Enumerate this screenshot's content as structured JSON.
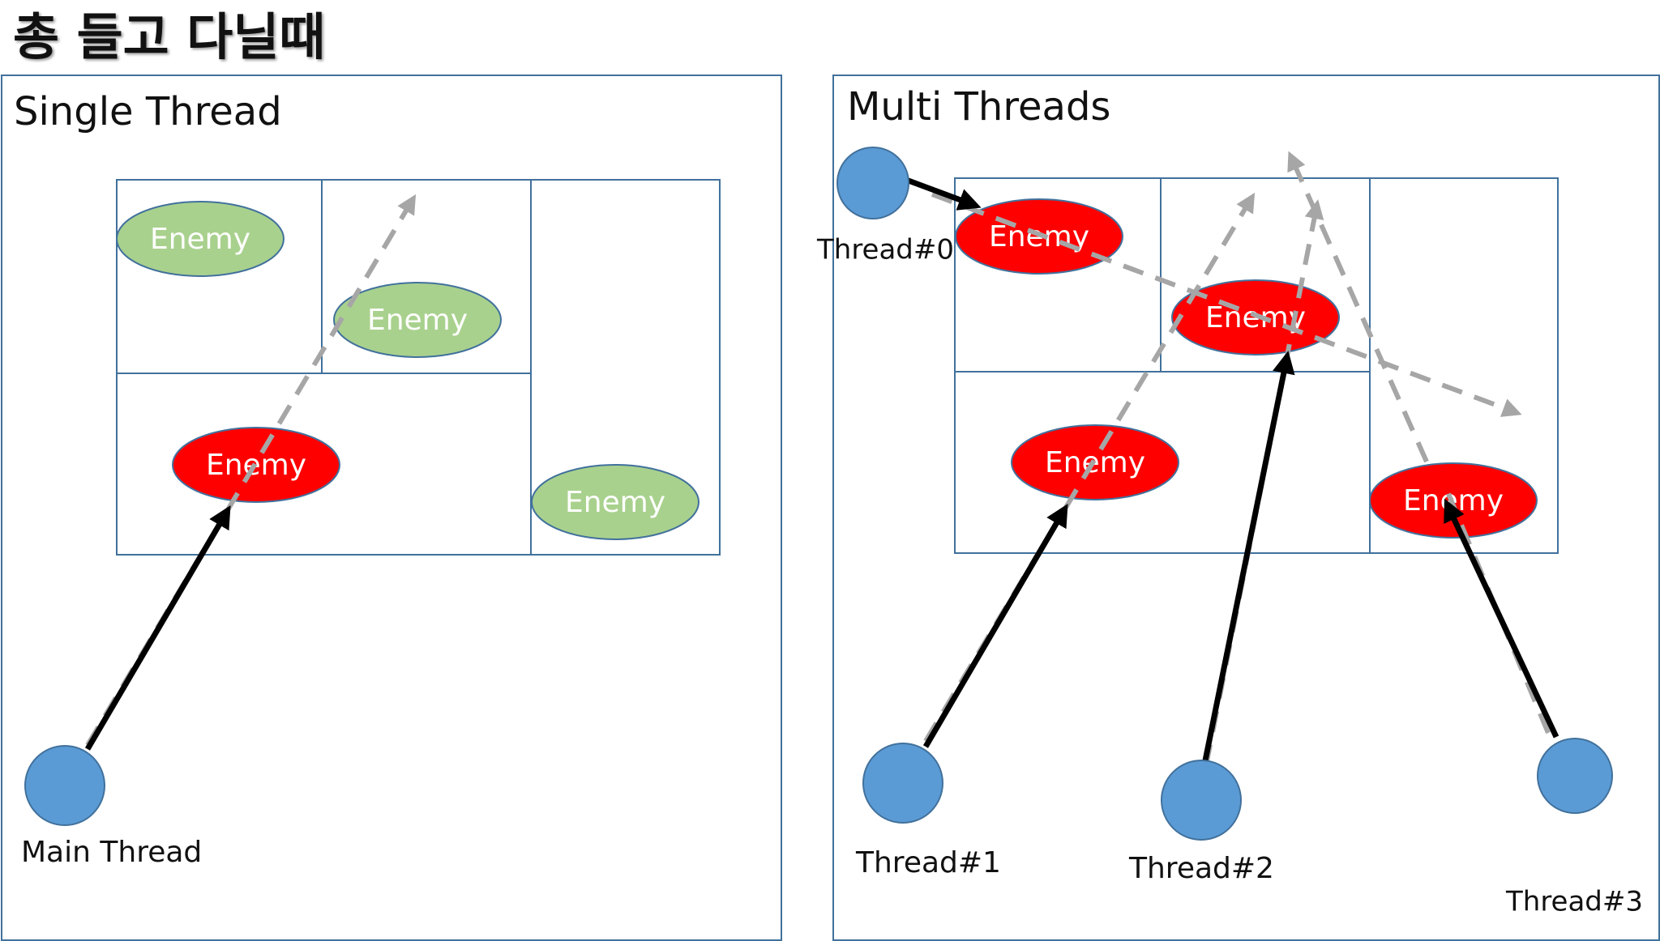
{
  "page": {
    "title": "총 들고 다닐때"
  },
  "panels": {
    "single": {
      "title": "Single Thread",
      "thread_label": "Main Thread",
      "enemies": [
        {
          "label": "Enemy",
          "state": "idle"
        },
        {
          "label": "Enemy",
          "state": "idle"
        },
        {
          "label": "Enemy",
          "state": "hit"
        },
        {
          "label": "Enemy",
          "state": "idle"
        }
      ]
    },
    "multi": {
      "title": "Multi Threads",
      "thread_labels": [
        "Thread#0",
        "Thread#1",
        "Thread#2",
        "Thread#3"
      ],
      "enemies": [
        {
          "label": "Enemy",
          "state": "hit"
        },
        {
          "label": "Enemy",
          "state": "hit"
        },
        {
          "label": "Enemy",
          "state": "hit"
        },
        {
          "label": "Enemy",
          "state": "hit"
        }
      ]
    }
  },
  "colors": {
    "frame": "#41719c",
    "thread_fill": "#5b9bd5",
    "enemy_idle_fill": "#a9d18e",
    "enemy_hit_fill": "#ff0000",
    "enemy_text": "#ffffff",
    "arrow_solid": "#000000",
    "arrow_dashed": "#a6a6a6"
  }
}
